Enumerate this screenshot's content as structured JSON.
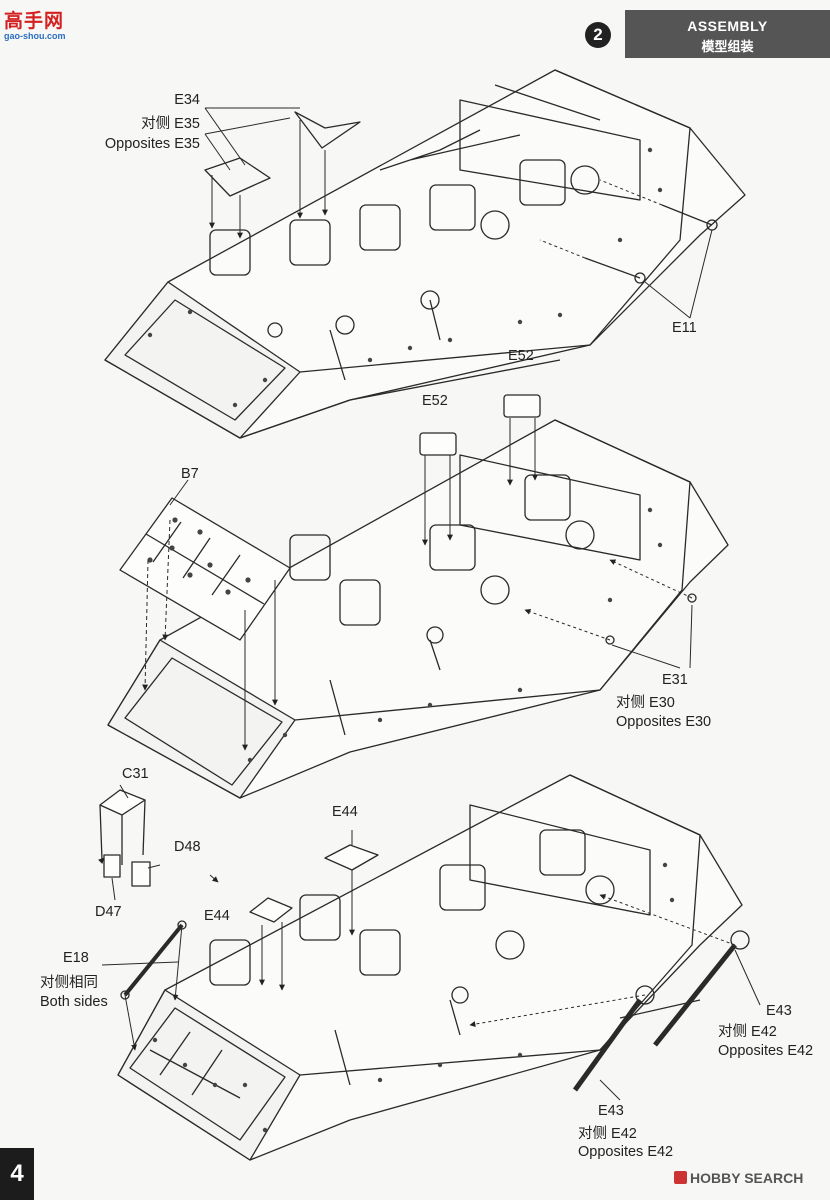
{
  "site_logo": {
    "name": "高手网",
    "url": "gao-shou.com"
  },
  "header": {
    "step_number": "2",
    "title_en": "ASSEMBLY",
    "title_cn": "模型组装"
  },
  "step1": {
    "e34": "E34",
    "e35_cn": "对侧  E35",
    "e35_en": "Opposites E35",
    "e11": "E11"
  },
  "step2": {
    "e52_a": "E52",
    "e52_b": "E52",
    "b7": "B7",
    "e31": "E31",
    "e30_cn": "对侧  E30",
    "e30_en": "Opposites E30"
  },
  "step3": {
    "c31": "C31",
    "d48": "D48",
    "d47": "D47",
    "e44_a": "E44",
    "e44_b": "E44",
    "e18": "E18",
    "both_cn": "对侧相同",
    "both_en": "Both sides",
    "e43_a": "E43",
    "e42_a_cn": "对侧  E42",
    "e42_a_en": "Opposites E42",
    "e43_b": "E43",
    "e42_b_cn": "对侧  E42",
    "e42_b_en": "Opposites E42"
  },
  "footer": {
    "page_number": "4",
    "watermark": "HOBBY SEARCH"
  }
}
